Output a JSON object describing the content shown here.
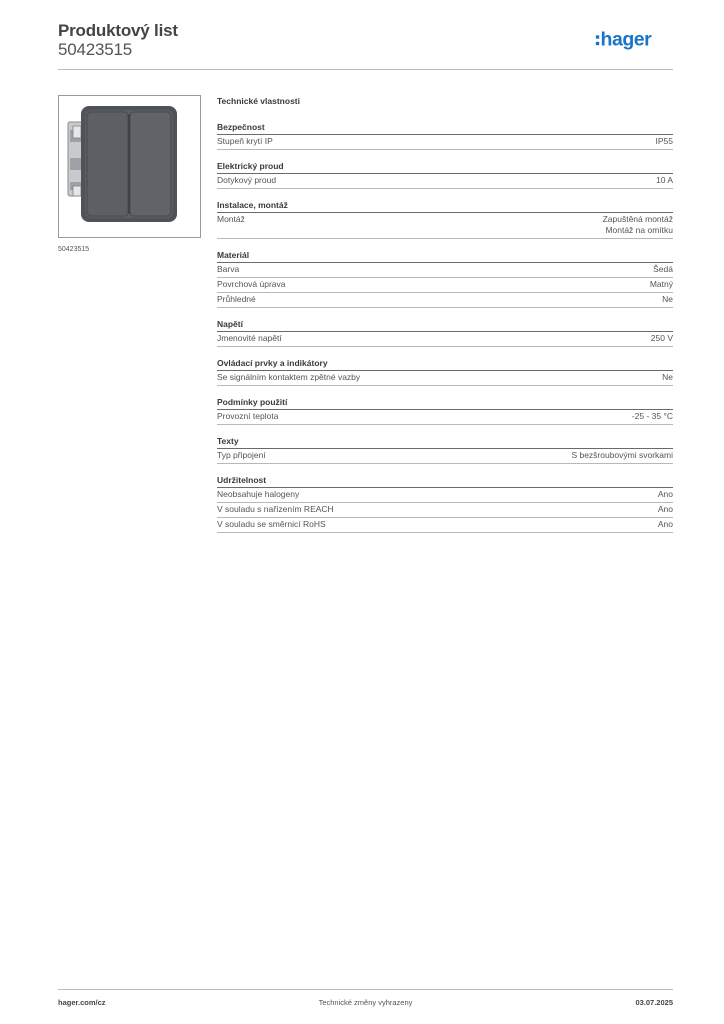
{
  "header": {
    "title": "Produktový list",
    "product_number": "50423515",
    "brand": "hager"
  },
  "product": {
    "caption": "50423515",
    "image": "grey double rocker switch, surface mounted"
  },
  "colors": {
    "brand_blue": "#1a73c7",
    "product_grey": "#5a5d61"
  },
  "specs": {
    "title": "Technické vlastnosti",
    "sections": [
      {
        "title": "Bezpečnost",
        "rows": [
          {
            "label": "Stupeň krytí IP",
            "value": "IP55"
          }
        ]
      },
      {
        "title": "Elektrický proud",
        "rows": [
          {
            "label": "Dotykový proud",
            "value": "10 A"
          }
        ]
      },
      {
        "title": "Instalace, montáž",
        "rows": [
          {
            "label": "Montáž",
            "value": "Zapuštěná montáž\nMontáž na omítku"
          }
        ]
      },
      {
        "title": "Materiál",
        "rows": [
          {
            "label": "Barva",
            "value": "Šedá"
          },
          {
            "label": "Povrchová úprava",
            "value": "Matný"
          },
          {
            "label": "Průhledné",
            "value": "Ne"
          }
        ]
      },
      {
        "title": "Napětí",
        "rows": [
          {
            "label": "Jmenovité napětí",
            "value": "250 V"
          }
        ]
      },
      {
        "title": "Ovládací prvky a indikátory",
        "rows": [
          {
            "label": "Se signálním kontaktem zpětné vazby",
            "value": "Ne"
          }
        ]
      },
      {
        "title": "Podmínky použití",
        "rows": [
          {
            "label": "Provozní teplota",
            "value": "-25 - 35 °C"
          }
        ]
      },
      {
        "title": "Texty",
        "rows": [
          {
            "label": "Typ připojení",
            "value": "S bezšroubovými svorkami"
          }
        ]
      },
      {
        "title": "Udržitelnost",
        "rows": [
          {
            "label": "Neobsahuje halogeny",
            "value": "Ano"
          },
          {
            "label": "V souladu s nařízením REACH",
            "value": "Ano"
          },
          {
            "label": "V souladu se směrnicí RoHS",
            "value": "Ano"
          }
        ]
      }
    ]
  },
  "footer": {
    "website": "hager.com/cz",
    "notice": "Technické změny vyhrazeny",
    "date": "03.07.2025"
  }
}
